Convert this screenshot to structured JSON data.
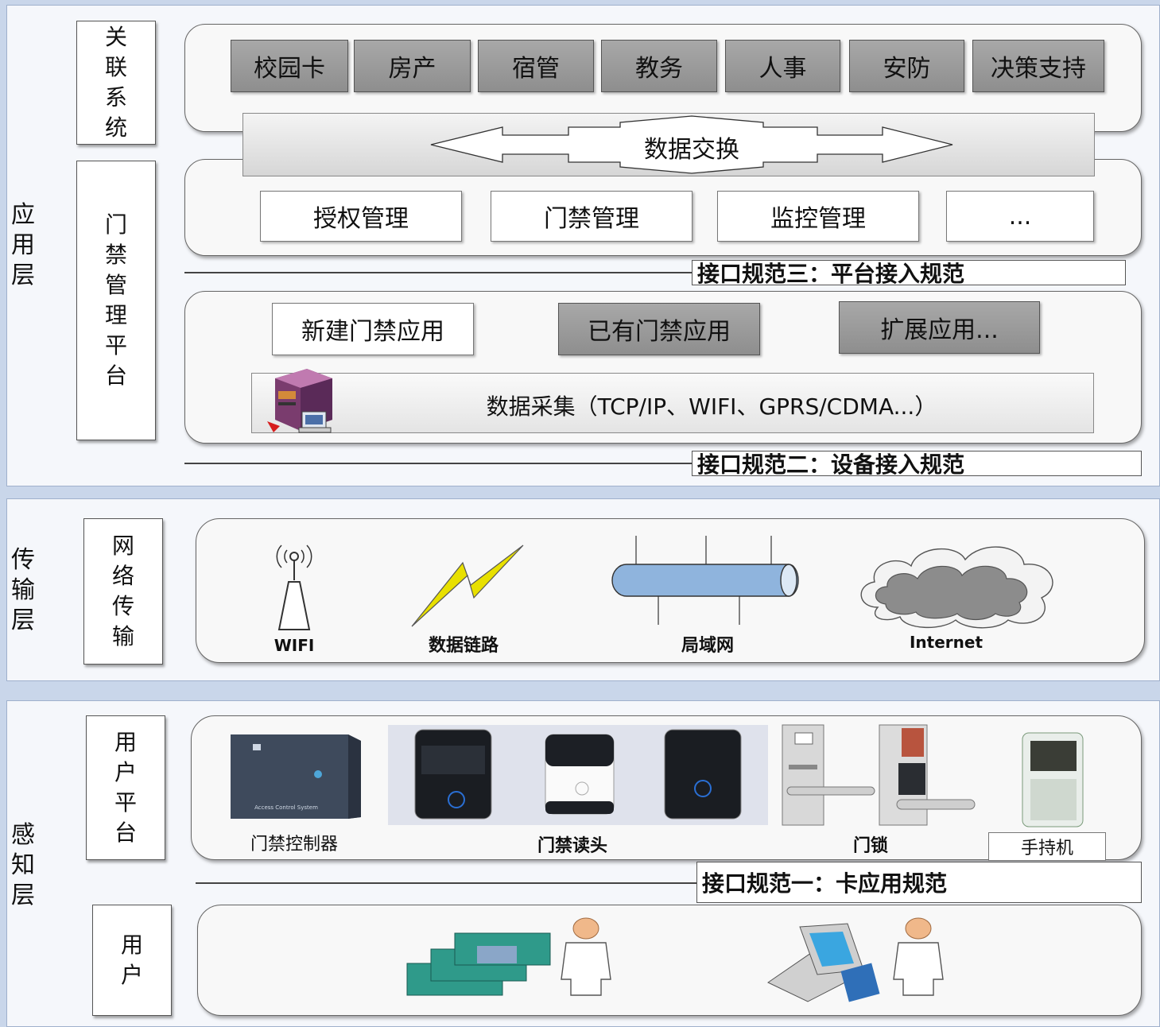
{
  "layers": {
    "application": "应用层",
    "transport": "传输层",
    "perception": "感知层"
  },
  "side_boxes": {
    "related_systems": "关联系统",
    "access_platform": "门禁管理平台",
    "network": "网络传输",
    "user_platform": "用户平台",
    "users": "用户"
  },
  "related_systems": [
    "校园卡",
    "房产",
    "宿管",
    "教务",
    "人事",
    "安防",
    "决策支持"
  ],
  "data_exchange": "数据交换",
  "management": [
    "授权管理",
    "门禁管理",
    "监控管理",
    "..."
  ],
  "specs": {
    "spec3": "接口规范三：平台接入规范",
    "spec2": "接口规范二：设备接入规范",
    "spec1": "接口规范一：卡应用规范"
  },
  "apps": {
    "new_app": "新建门禁应用",
    "existing_app": "已有门禁应用",
    "ext_app": "扩展应用..."
  },
  "data_collection": "数据采集（TCP/IP、WIFI、GPRS/CDMA...）",
  "network_items": [
    "WIFI",
    "数据链路",
    "局域网",
    "Internet"
  ],
  "devices": {
    "controller": "门禁控制器",
    "reader": "门禁读头",
    "lock": "门锁",
    "handheld": "手持机",
    "controller_text": "Access Control System"
  },
  "colors": {
    "grey_button": "#9a9a9a",
    "background": "#c9d6ea",
    "pipe": "#8fb4dd",
    "cloud": "#8c8c8c",
    "lightning": "#e8e000"
  }
}
